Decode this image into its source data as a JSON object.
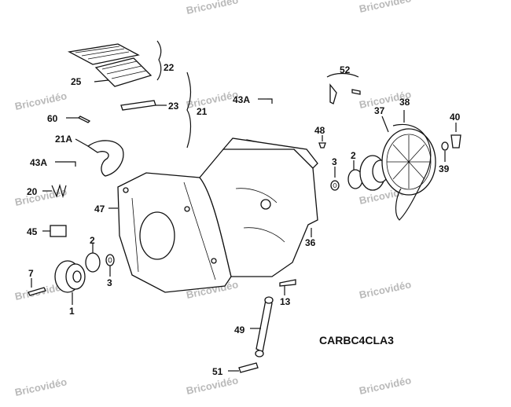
{
  "diagram": {
    "reference": "CARBC4CLA3",
    "watermark": "Bricovidéo",
    "labels": {
      "l22": "22",
      "l25": "25",
      "l23": "23",
      "l21": "21",
      "l43a_top": "43A",
      "l60": "60",
      "l21a": "21A",
      "l43a_left": "43A",
      "l20": "20",
      "l47": "47",
      "l45": "45",
      "l2_left": "2",
      "l3_left": "3",
      "l7": "7",
      "l1": "1",
      "l52": "52",
      "l48": "48",
      "l37": "37",
      "l38": "38",
      "l40": "40",
      "l2_right": "2",
      "l3_right": "3",
      "l39": "39",
      "l36": "36",
      "l13": "13",
      "l49": "49",
      "l51": "51"
    }
  }
}
